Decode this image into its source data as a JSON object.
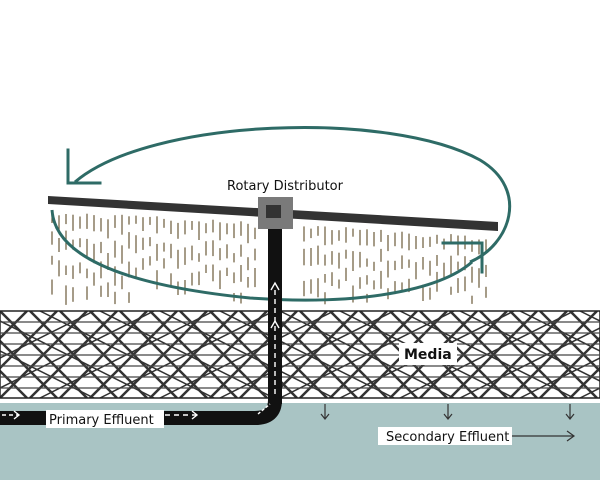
{
  "labels": {
    "rotary_distributor": "Rotary Distributor",
    "media": "Media",
    "primary_effluent": "Primary Effluent",
    "secondary_effluent": "Secondary Effluent"
  },
  "colors": {
    "background": "#ffffff",
    "rotation_arrow": "#2e6b66",
    "arm": "#333333",
    "hub": "#7a7a7a",
    "hub_core": "#333333",
    "pipe": "#111111",
    "media_lines": "#333333",
    "effluent_channel": "#a9c4c4",
    "spray": "#6b5a3a"
  }
}
